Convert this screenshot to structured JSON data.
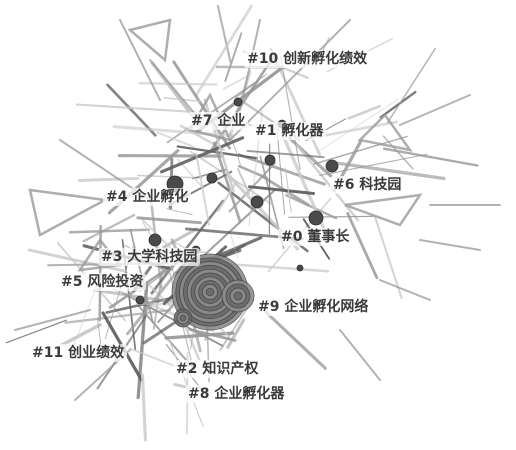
{
  "colors": {
    "line_light": "#c9c9c9",
    "line_mid": "#9a9a9a",
    "line_dark": "#5e5e5e",
    "node_dark": "#4a4a4a",
    "label_text": "#3a3a3a"
  },
  "clusters": [
    {
      "id": "0",
      "tag": "#0",
      "name": "董事长"
    },
    {
      "id": "1",
      "tag": "#1",
      "name": "孵化器"
    },
    {
      "id": "2",
      "tag": "#2",
      "name": "知识产权"
    },
    {
      "id": "3",
      "tag": "#3",
      "name": "大学科技园"
    },
    {
      "id": "4",
      "tag": "#4",
      "name": "企业孵化"
    },
    {
      "id": "5",
      "tag": "#5",
      "name": "风险投资"
    },
    {
      "id": "6",
      "tag": "#6",
      "name": "科技园"
    },
    {
      "id": "7",
      "tag": "#7",
      "name": "企业"
    },
    {
      "id": "8",
      "tag": "#8",
      "name": "企业孵化器"
    },
    {
      "id": "9",
      "tag": "#9",
      "name": "企业孵化网络"
    },
    {
      "id": "10",
      "tag": "#10",
      "name": "创新孵化绩效"
    },
    {
      "id": "11",
      "tag": "#11",
      "name": "创业绩效"
    }
  ]
}
